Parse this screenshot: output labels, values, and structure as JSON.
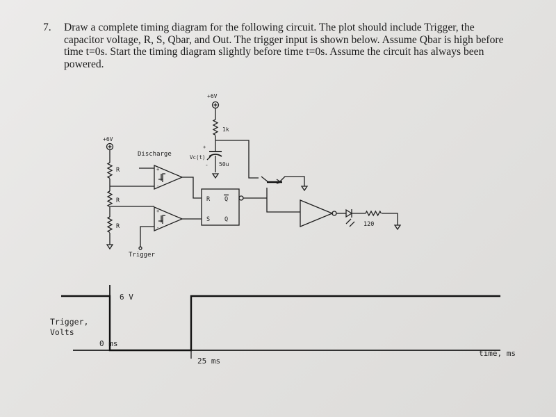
{
  "question": {
    "number": "7.",
    "lines": [
      "Draw a complete timing diagram for the following circuit.  The plot should include Trigger, the",
      "capacitor voltage, R, S, Qbar, and Out.  The trigger input is shown below.  Assume Qbar is high before",
      "time t=0s.  Start the timing diagram slightly before time t=0s.  Assume the circuit has always been",
      "powered."
    ]
  },
  "circuit": {
    "supply_left": "+6V",
    "supply_top": "+6V",
    "resistor_top": "R",
    "resistor_mid": "R",
    "resistor_bottom": "R",
    "resistor_1k": "1k",
    "discharge": "Discharge",
    "cap_label": "Vc(t)",
    "cap_plus": "+",
    "cap_minus": "-",
    "cap_value": "50u",
    "ff_r": "R",
    "ff_qbar": "Q",
    "ff_s": "S",
    "ff_q": "Q",
    "comp_plus": "+",
    "comp_minus": "-",
    "led_resistor": "120",
    "trigger": "Trigger"
  },
  "timing": {
    "level_label": "6 V",
    "y_label_line1": "Trigger,",
    "y_label_line2": "Volts",
    "t0_label": "0 ms",
    "t25_label": "25 ms",
    "x_label": "time, ms"
  }
}
